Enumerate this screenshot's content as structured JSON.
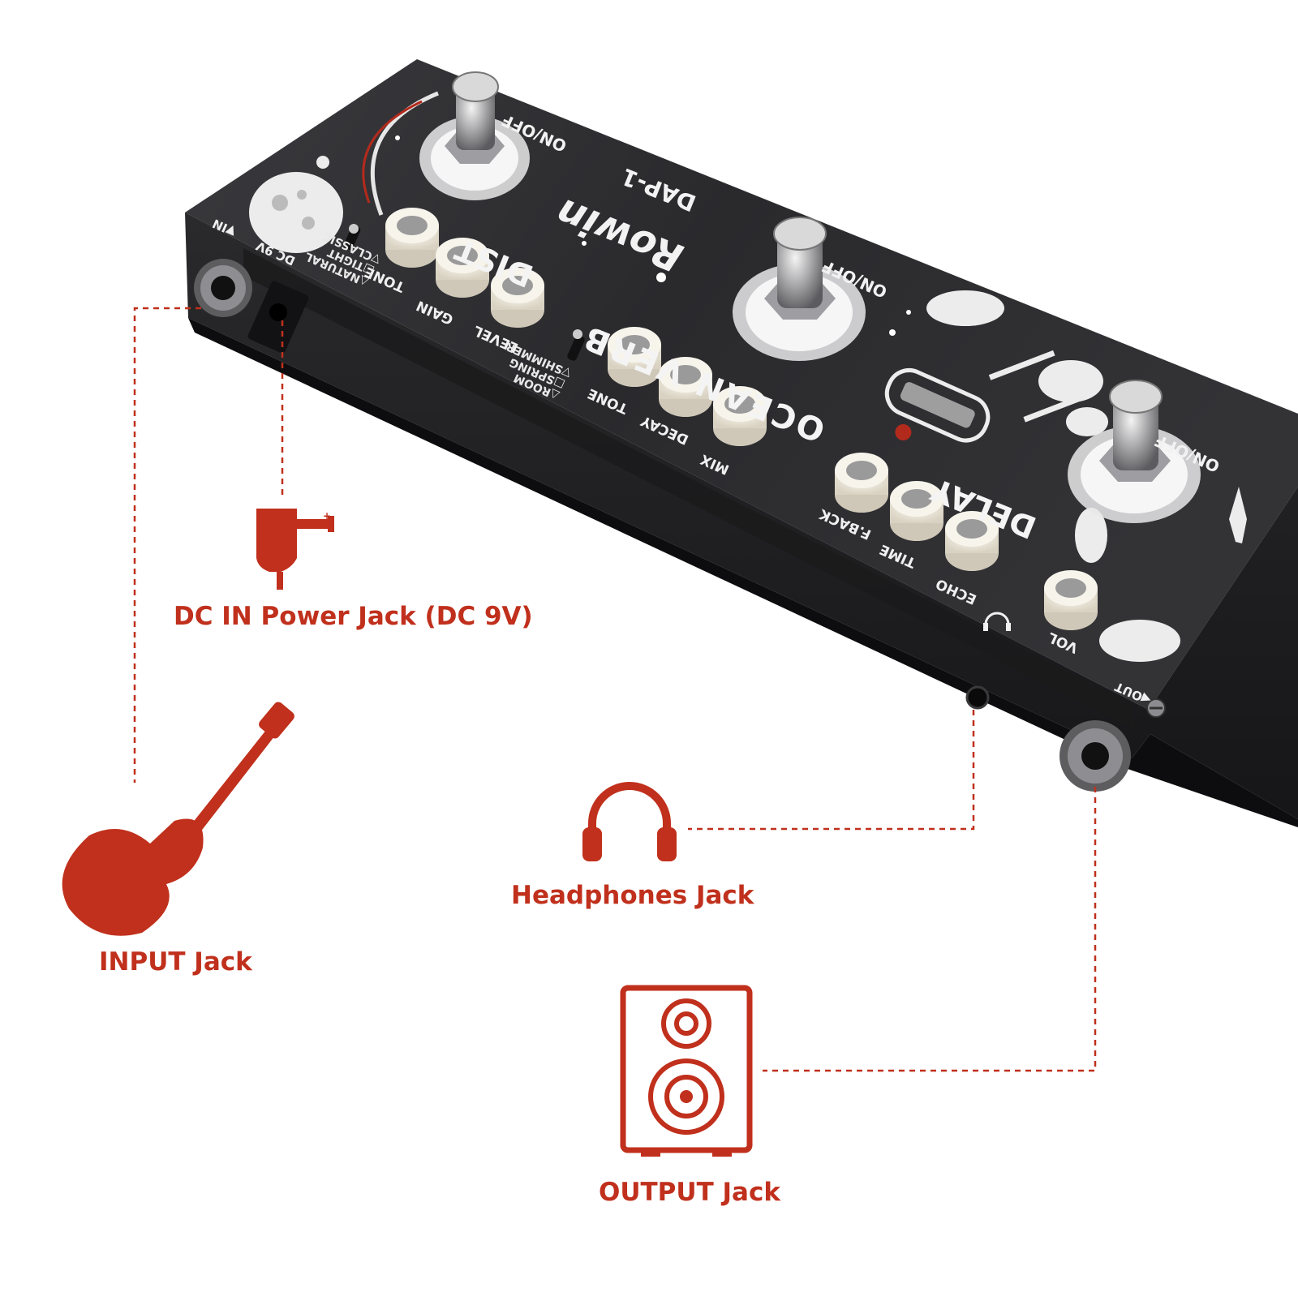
{
  "colors": {
    "accent": "#c0301c",
    "pedal_top": "#2b2b2e",
    "pedal_side": "#1f1f22",
    "knob": "#efe9dc",
    "print": "#e8e8e8"
  },
  "pedal": {
    "brand": "Rowin",
    "model": "DAP-1",
    "sections": {
      "dist": {
        "name": "DIST",
        "knobs": [
          "TONE",
          "GAIN",
          "LEVEL"
        ],
        "modes": [
          "△NATURAL",
          "□TIGHT",
          "▽CLASSIC"
        ]
      },
      "reverb": {
        "name": "OCEAN VERB",
        "knobs": [
          "TONE",
          "DECAY",
          "MIX"
        ],
        "modes": [
          "△ROOM",
          "□SPRING",
          "▽SHIMMER"
        ]
      },
      "delay": {
        "name": "DELAY",
        "knobs": [
          "F.BACK",
          "TIME",
          "ECHO"
        ]
      }
    },
    "switch_label": "ON/OFF",
    "volume_label": "VOL",
    "input_label": "▼IN",
    "power_label": "DC 9V",
    "output_label": "◀OUT"
  },
  "callouts": {
    "dc_in": "DC IN Power Jack (DC 9V)",
    "input": "INPUT Jack",
    "headphones": "Headphones Jack",
    "output": "OUTPUT Jack"
  },
  "icons": [
    "power-adapter-icon",
    "guitar-icon",
    "headphones-icon",
    "speaker-icon"
  ]
}
